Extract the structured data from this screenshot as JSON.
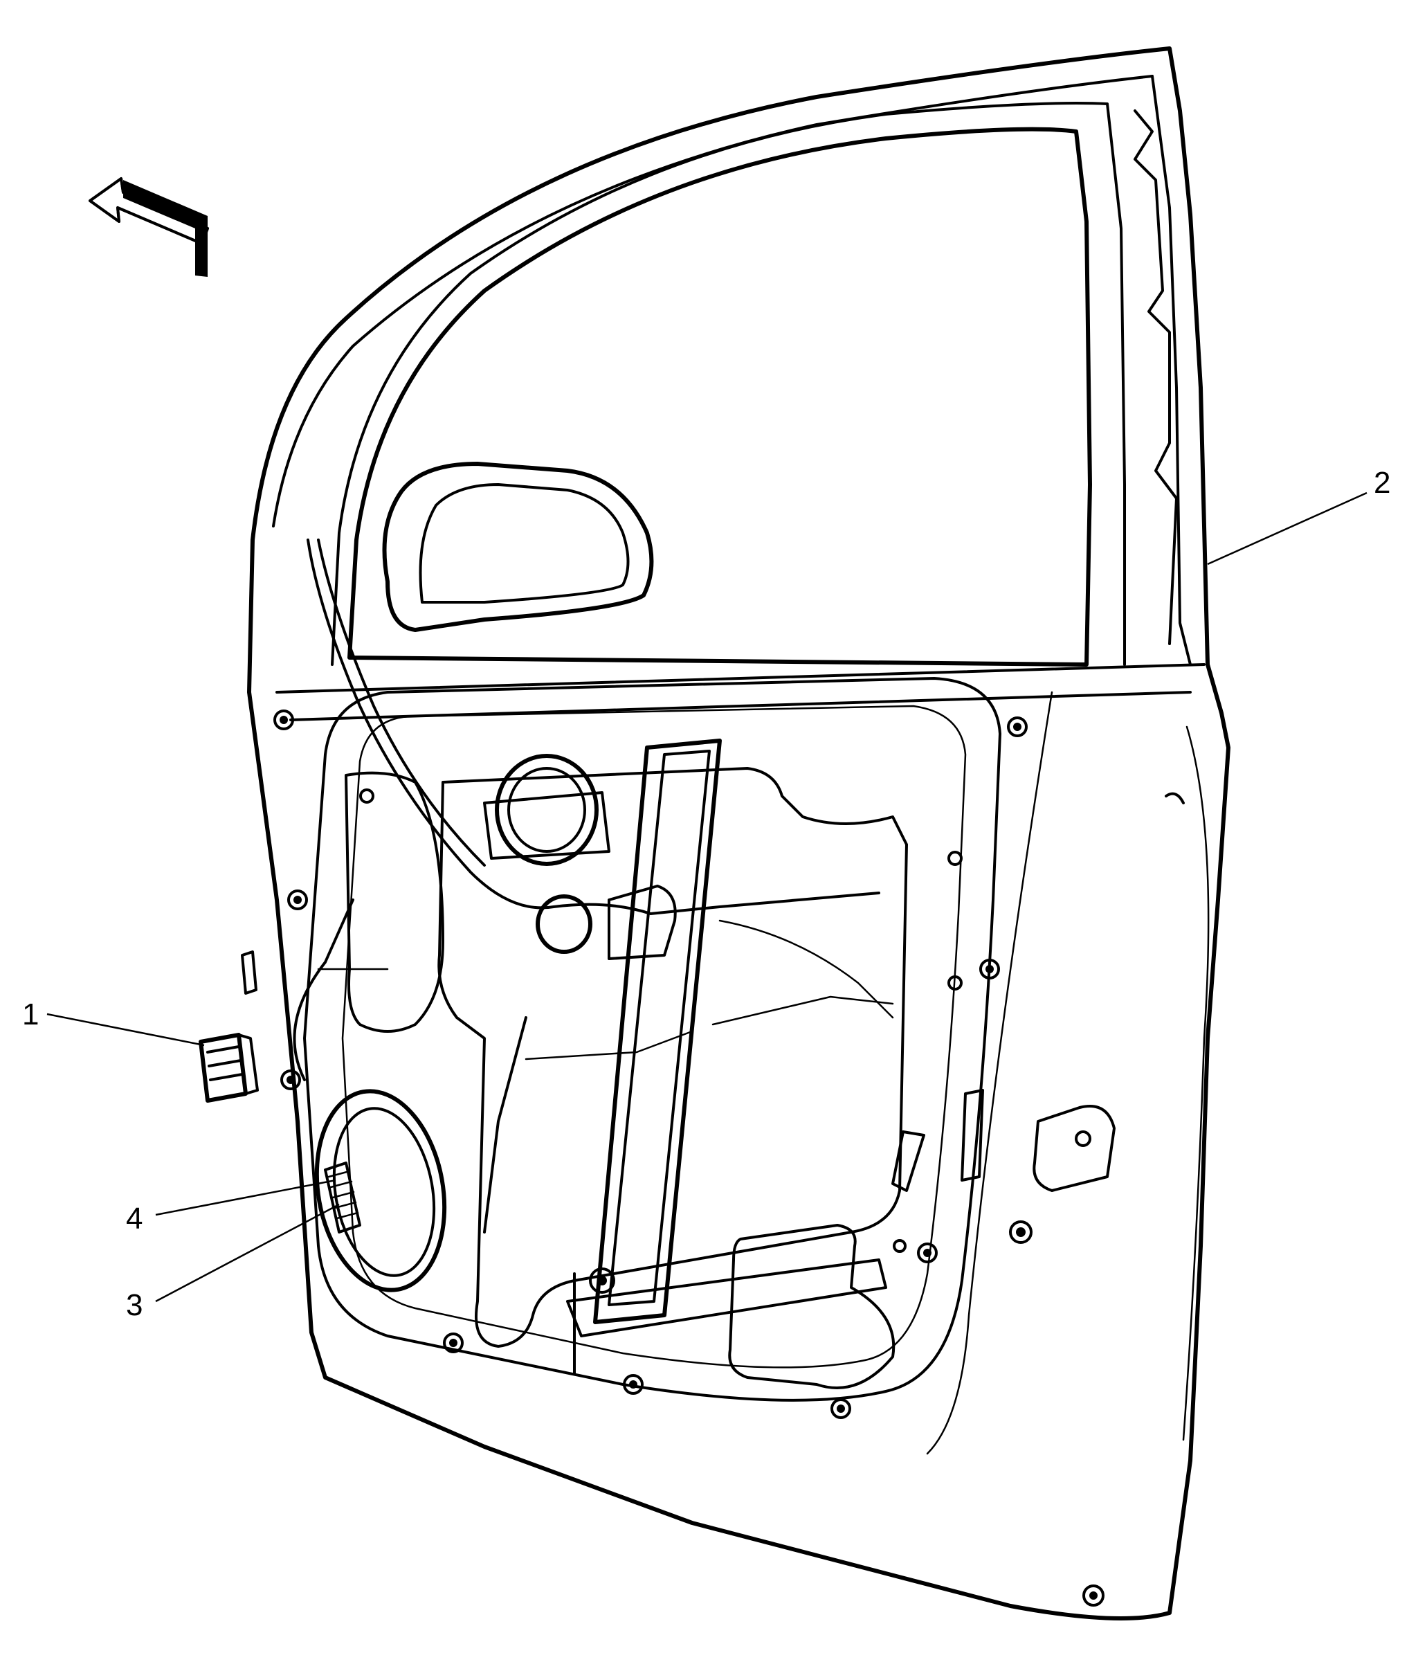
{
  "diagram": {
    "callouts": [
      {
        "id": "1",
        "label": "1"
      },
      {
        "id": "2",
        "label": "2"
      },
      {
        "id": "3",
        "label": "3"
      },
      {
        "id": "4",
        "label": "4"
      }
    ],
    "direction_arrow_icon": "forward-arrow-icon",
    "colors": {
      "line": "#000000",
      "background": "#ffffff"
    }
  }
}
